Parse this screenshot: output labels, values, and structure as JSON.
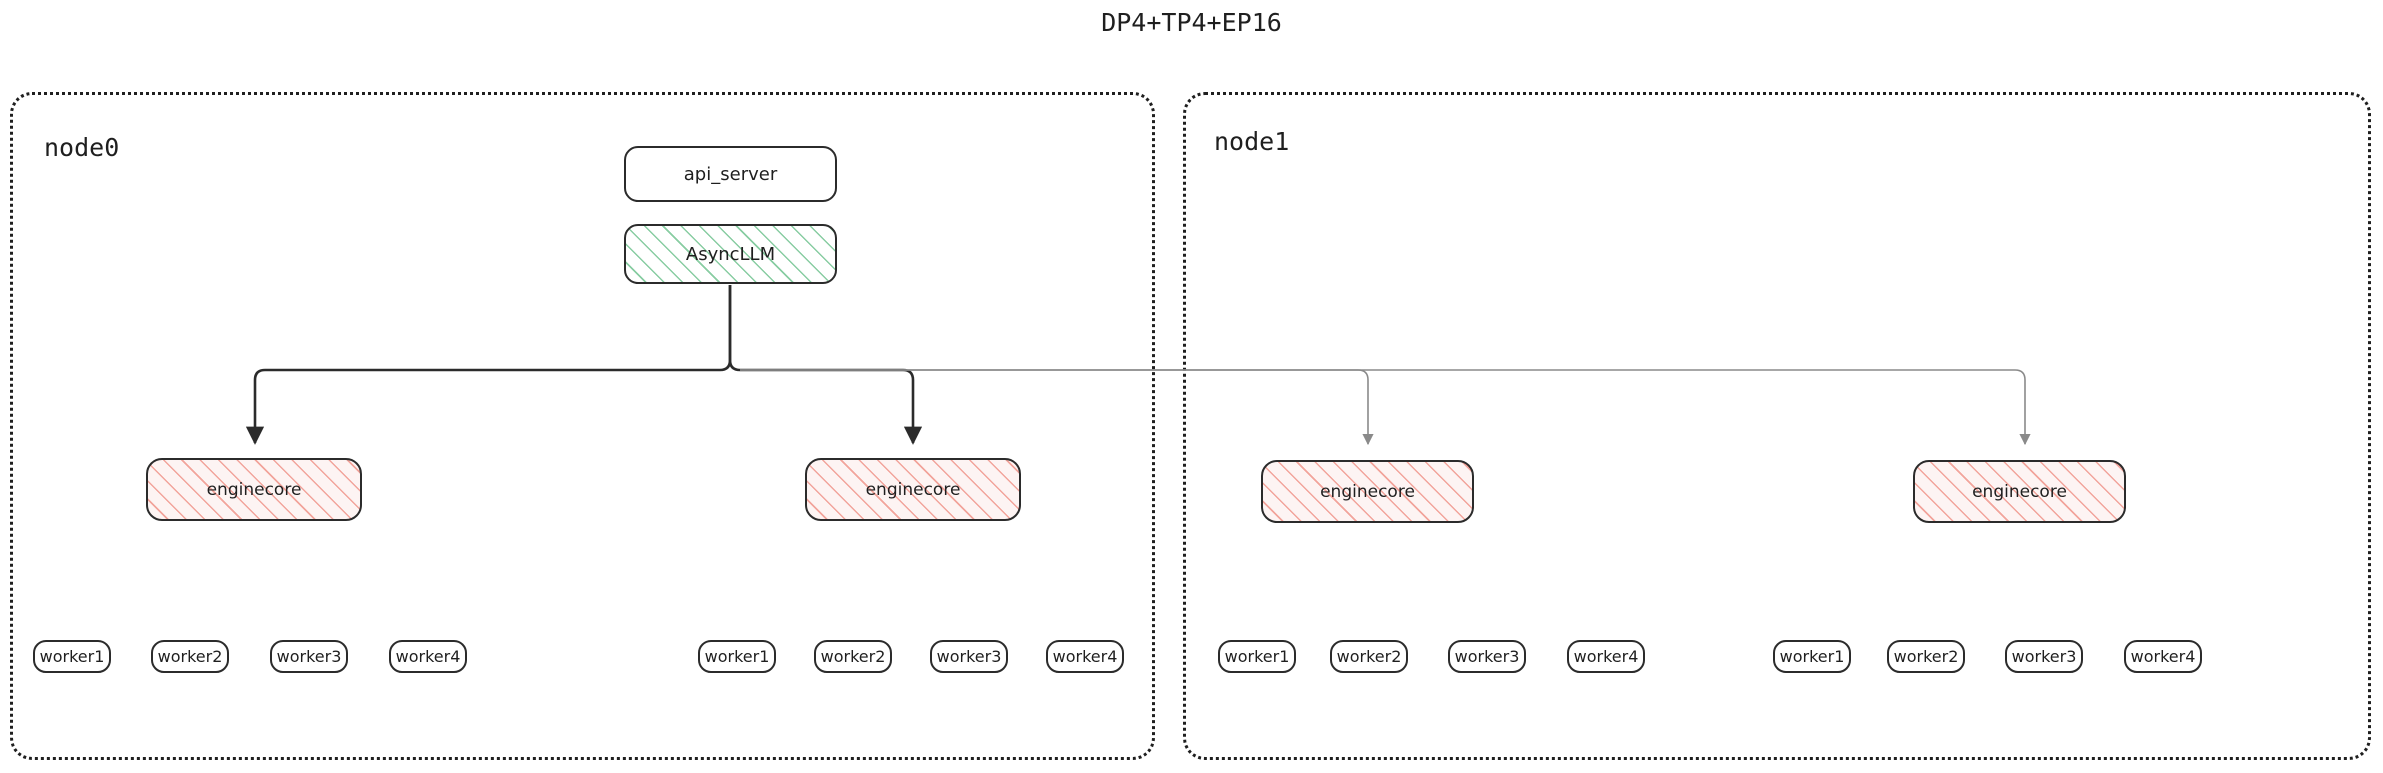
{
  "title": "DP4+TP4+EP16",
  "colors": {
    "stroke_dark": "#2b2b2b",
    "stroke_light": "#8a8a8a",
    "asyncllm_hatch": "#82ca9d",
    "enginecore_hatch": "#f0968c",
    "enginecore_fill": "#fdf4f3",
    "panel_border": "#1f1f1f",
    "text": "#1f1f1f",
    "background": "#ffffff"
  },
  "nodes": [
    {
      "label": "node0",
      "frontend": {
        "api_server": "api_server",
        "async_llm": "AsyncLLM"
      },
      "engines": [
        {
          "label": "enginecore",
          "workers": [
            "worker1",
            "worker2",
            "worker3",
            "worker4"
          ]
        },
        {
          "label": "enginecore",
          "workers": [
            "worker1",
            "worker2",
            "worker3",
            "worker4"
          ]
        }
      ]
    },
    {
      "label": "node1",
      "engines": [
        {
          "label": "enginecore",
          "workers": [
            "worker1",
            "worker2",
            "worker3",
            "worker4"
          ]
        },
        {
          "label": "enginecore",
          "workers": [
            "worker1",
            "worker2",
            "worker3",
            "worker4"
          ]
        }
      ]
    }
  ]
}
